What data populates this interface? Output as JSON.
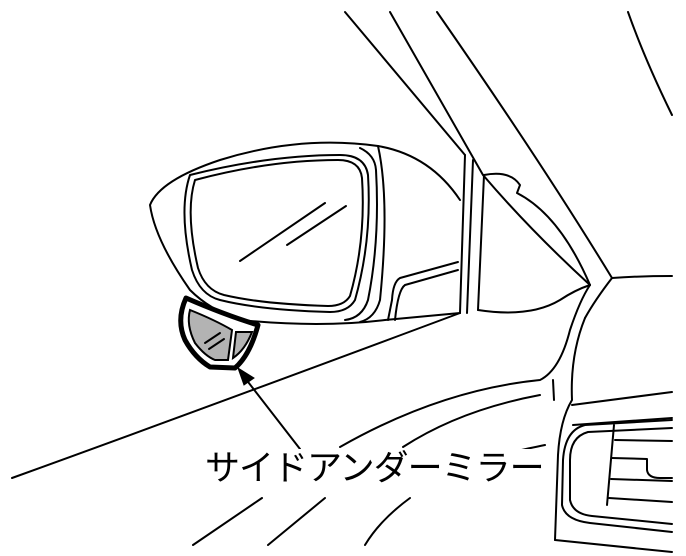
{
  "diagram": {
    "subject": "side-mirror-with-side-under-mirror",
    "callout": {
      "label": "サイドアンダーミラー",
      "target": "side-under-mirror"
    },
    "colors": {
      "line": "#000000",
      "background": "#ffffff",
      "highlight_fill": "#b3b3b3"
    }
  }
}
